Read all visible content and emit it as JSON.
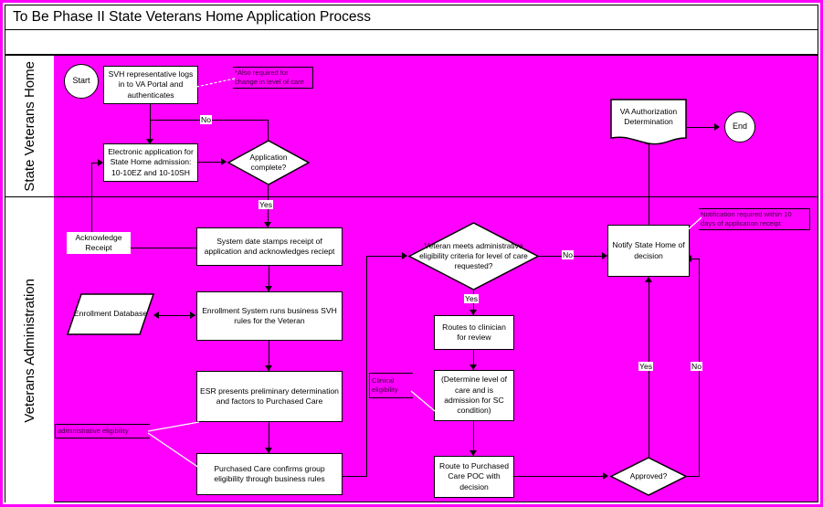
{
  "header": {
    "title": "To Be Phase II State Veterans Home Application Process"
  },
  "lanes": [
    {
      "id": "svh",
      "label": "State Veterans Home"
    },
    {
      "id": "va",
      "label": "Veterans Administration"
    }
  ],
  "nodes": {
    "start": {
      "label": "Start",
      "shape": "circle"
    },
    "svh_login": {
      "label": "SVH representative logs in to VA Portal and authenticates",
      "shape": "process"
    },
    "electronic_app": {
      "label": "Electronic application for State Home admission: 10-10EZ and 10-10SH",
      "shape": "process"
    },
    "app_complete": {
      "label": "Application complete?",
      "shape": "decision"
    },
    "date_stamp": {
      "label": "System date stamps receipt of application and acknowledges reciept",
      "shape": "process"
    },
    "ack_receipt": {
      "label": "Acknowledge Receipt",
      "shape": "label-box"
    },
    "enrollment_db": {
      "label": "Enrollment Database",
      "shape": "data"
    },
    "enrollment_rules": {
      "label": "Enrollment System runs business SVH rules for the Veteran",
      "shape": "process"
    },
    "esr_presents": {
      "label": "ESR presents preliminary determination and factors to Purchased Care",
      "shape": "process"
    },
    "purchased_care_confirms": {
      "label": "Purchased Care confirms group eligibility through business rules",
      "shape": "process"
    },
    "admin_eligibility_decision": {
      "label": "Veteran meets administrative eligibility criteria for level of care requested?",
      "shape": "decision"
    },
    "routes_clinician": {
      "label": "Routes to clinician for review",
      "shape": "process"
    },
    "determine_level": {
      "label": "(Determine level of care and is admission for SC condition)",
      "shape": "process"
    },
    "route_poc": {
      "label": "Route to Purchased Care POC with decision",
      "shape": "process"
    },
    "approved": {
      "label": "Approved?",
      "shape": "decision"
    },
    "notify_state_home": {
      "label": "Notify State Home of decision",
      "shape": "process"
    },
    "va_authorization": {
      "label": "VA Authorization Determination",
      "shape": "document"
    },
    "end": {
      "label": "End",
      "shape": "circle"
    }
  },
  "edge_labels": {
    "no_app_complete": "No",
    "yes_app_complete": "Yes",
    "no_admin_elig": "No",
    "yes_admin_elig": "Yes",
    "yes_approved": "Yes",
    "no_approved": "No"
  },
  "notes": {
    "also_required": "*Also required for change in level of care",
    "notification_10_days": "Notification required within 10 days of application receipt",
    "administrative_eligibility": "administrative eligibility",
    "clinical_eligibility": "Clinical eligibility"
  },
  "colors": {
    "lane_background": "#ff00ff",
    "frame": "#ff00ff",
    "node_fill": "#ffffff",
    "stroke": "#000000",
    "note_text": "#3a003a"
  }
}
